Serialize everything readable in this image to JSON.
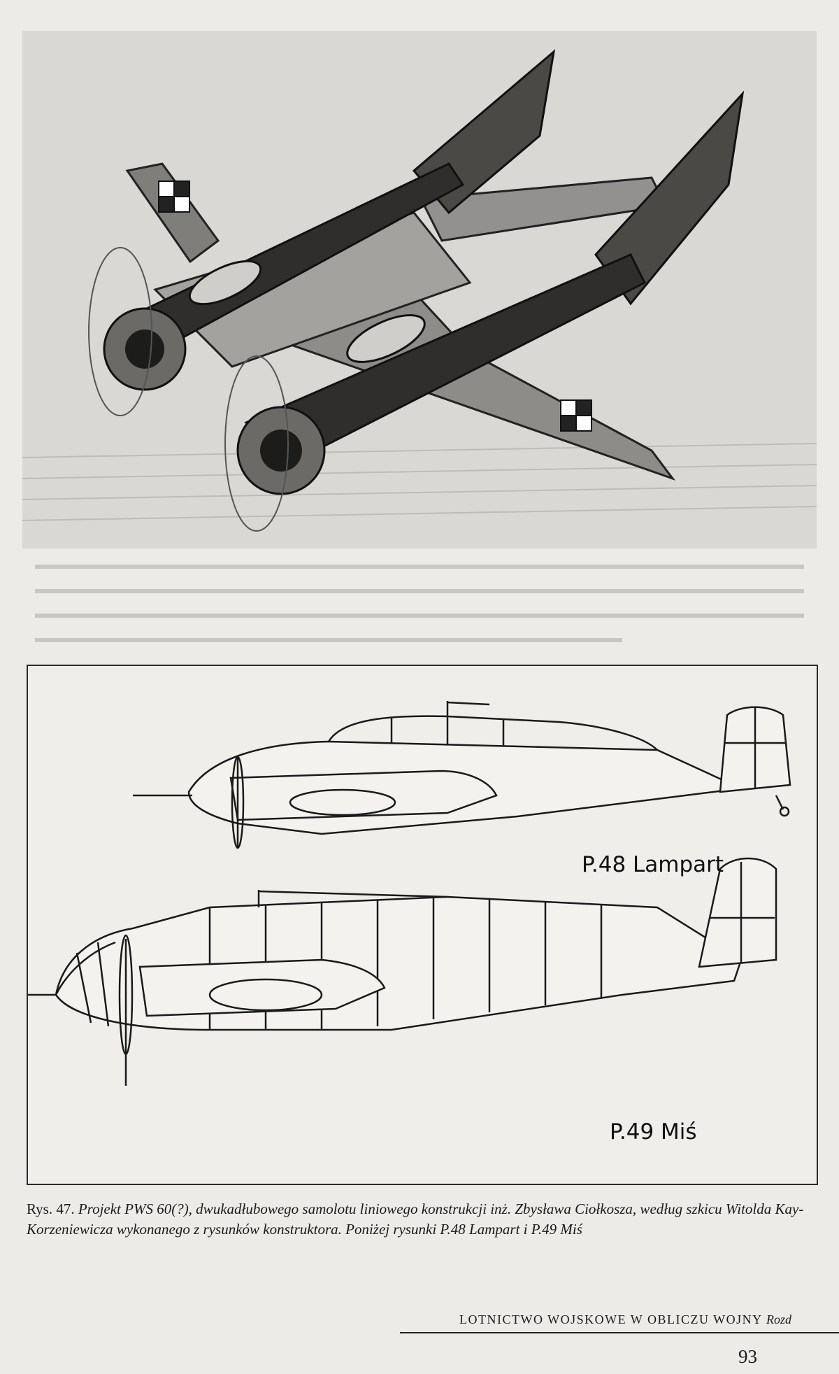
{
  "figure": {
    "label_p48": "P.48 Lampart",
    "label_p49": "P.49 Miś"
  },
  "caption": {
    "prefix": "Rys. 47.",
    "text": "Projekt PWS 60(?), dwukadłubowego samolotu liniowego konstrukcji inż. Zbysława Ciołkosza, według szkicu Witolda Kay-Korzeniewicza wykonanego z rysunków konstruktora. Poniżej rysunki P.48 Lampart i P.49 Miś"
  },
  "footer": {
    "running_head": "LOTNICTWO WOJSKOWE W OBLICZU WOJNY",
    "section": "Rozd",
    "page_number": "93"
  }
}
